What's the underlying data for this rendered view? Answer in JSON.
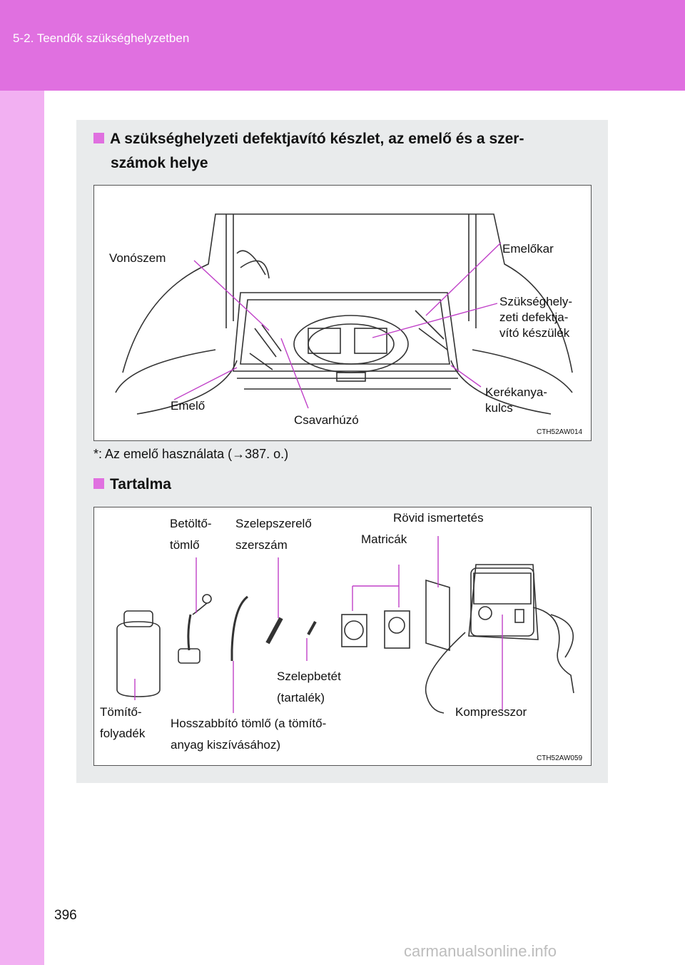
{
  "header": {
    "section": "5-2. Teendők szükséghelyzetben"
  },
  "page_number": "396",
  "watermark": "carmanualsonline.info",
  "section1": {
    "title_line1": "A  szükséghelyzeti  defektjavító  készlet,  az  emelő  és  a  szer-",
    "title_line2": "számok helye",
    "figure": {
      "labels": {
        "vonoszem": "Vonószem",
        "emelokar": "Emelőkar",
        "szukseg_line1": "Szükséghely-",
        "szukseg_line2": "zeti defektja-",
        "szukseg_line3": "vító készülék",
        "kerekanya_line1": "Kerékanya-",
        "kerekanya_line2": "kulcs",
        "emelo": "Emelő",
        "csavarhuzo": "Csavarhúzó"
      },
      "code": "CTH52AW014"
    },
    "note": "*: Az emelő használata (→387. o.)"
  },
  "section2": {
    "title": "Tartalma",
    "figure": {
      "labels": {
        "betolto_line1": "Betöltő-",
        "betolto_line2": "tömlő",
        "szelepszerelo_line1": "Szelepszerelő",
        "szelepszerelo_line2": "szerszám",
        "rovid": "Rövid ismertetés",
        "matricak": "Matricák",
        "szelepbetet_line1": "Szelepbetét",
        "szelepbetet_line2": "(tartalék)",
        "tomito_line1": "Tömítő-",
        "tomito_line2": "folyadék",
        "hosszabbito_line1": "Hosszabbító tömlő (a tömítő-",
        "hosszabbito_line2": "anyag kiszívásához)",
        "kompresszor": "Kompresszor"
      },
      "code": "CTH52AW059"
    }
  },
  "colors": {
    "accent": "#e070e0",
    "header_bg": "#e070e0",
    "strip_bg": "#f2b0f2",
    "panel_bg": "#e9ebec",
    "callout": "#c040c8"
  }
}
